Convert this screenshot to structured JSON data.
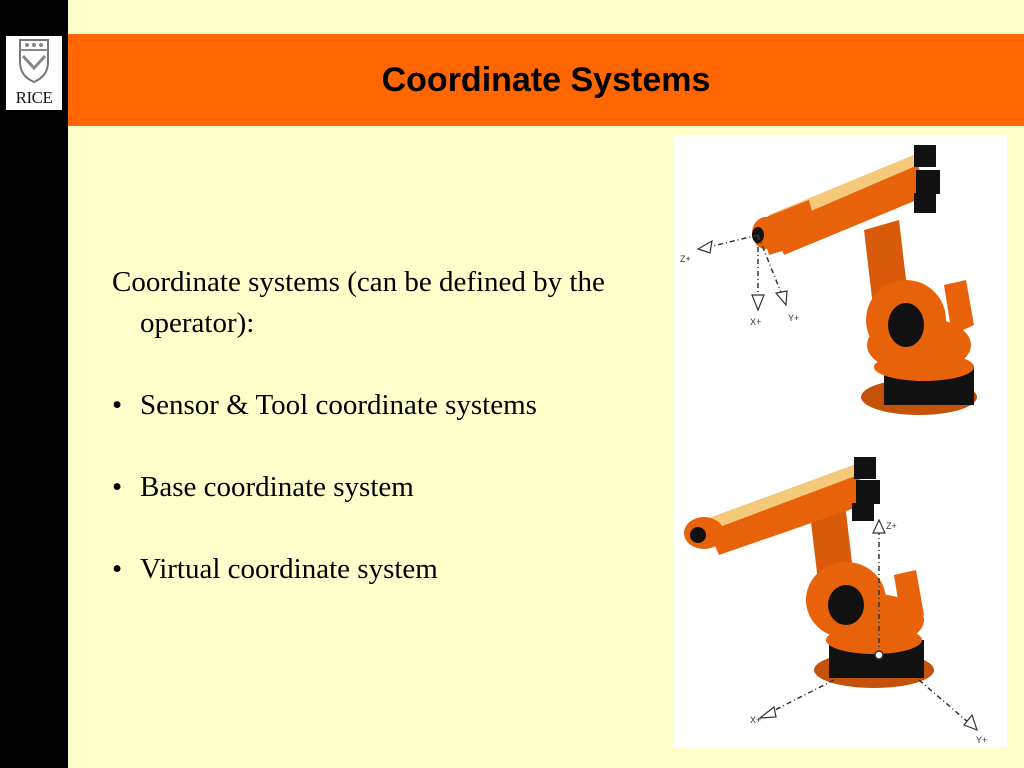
{
  "slide": {
    "title": "Coordinate Systems",
    "logo_text": "RICE",
    "intro": "Coordinate systems (can be defined by the operator):",
    "bullets": [
      "Sensor & Tool coordinate systems",
      "Base coordinate system",
      "Virtual coordinate system"
    ],
    "bullet_symbol": "•"
  },
  "figure": {
    "top_axes": {
      "z": "Z+",
      "x": "X+",
      "y": "Y+"
    },
    "bottom_axes": {
      "z": "Z+",
      "x": "X+",
      "y": "Y+"
    }
  },
  "colors": {
    "title_bar": "#ff6600",
    "background": "#ffffcc",
    "left_bar": "#000000",
    "robot": "#e8620a"
  }
}
